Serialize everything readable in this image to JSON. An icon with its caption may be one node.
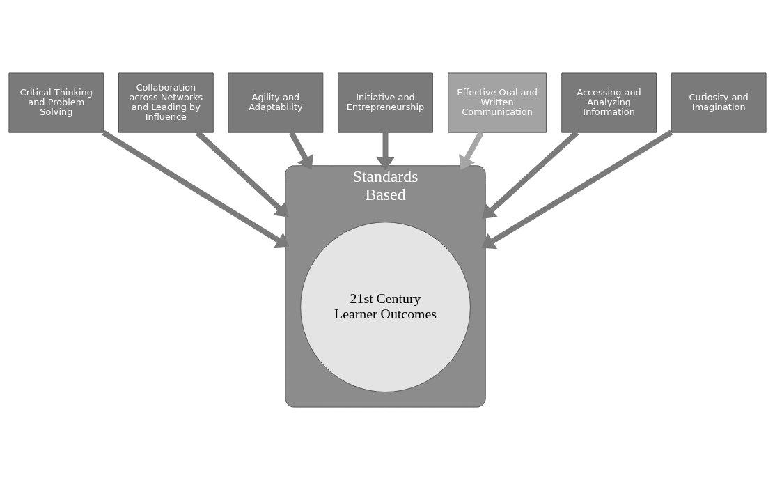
{
  "diagram": {
    "nodes": [
      {
        "text": [
          "Critical Thinking and Problem Solving"
        ]
      },
      {
        "text": [
          "Collaboration across Networks and Leading by Influence"
        ]
      },
      {
        "text": [
          "Agility and Adaptability"
        ]
      },
      {
        "text": [
          "Initiative and Entrepreneurship"
        ]
      },
      {
        "text": [
          "Effective Oral and Written Communication"
        ]
      },
      {
        "text": [
          "Accessing and Analyzing Information"
        ]
      },
      {
        "text": [
          "Curiosity and Imagination"
        ]
      },
      {
        "text": [
          "Standards",
          "Based"
        ]
      },
      {
        "text": [
          "21st Century Learner Outcomes"
        ],
        "in": 7
      }
    ],
    "edges": [
      {
        "from": 0,
        "to": 7,
        "arrow": "to"
      },
      {
        "from": 1,
        "to": 7,
        "arrow": "to"
      },
      {
        "from": 2,
        "to": 7,
        "arrow": "to"
      },
      {
        "from": 3,
        "to": 7,
        "arrow": "to"
      },
      {
        "from": 4,
        "to": 7,
        "arrow": "to",
        "color": "#a6a6a6"
      },
      {
        "from": 5,
        "to": 7,
        "arrow": "to"
      },
      {
        "from": 6,
        "to": 7,
        "arrow": "to"
      }
    ]
  }
}
